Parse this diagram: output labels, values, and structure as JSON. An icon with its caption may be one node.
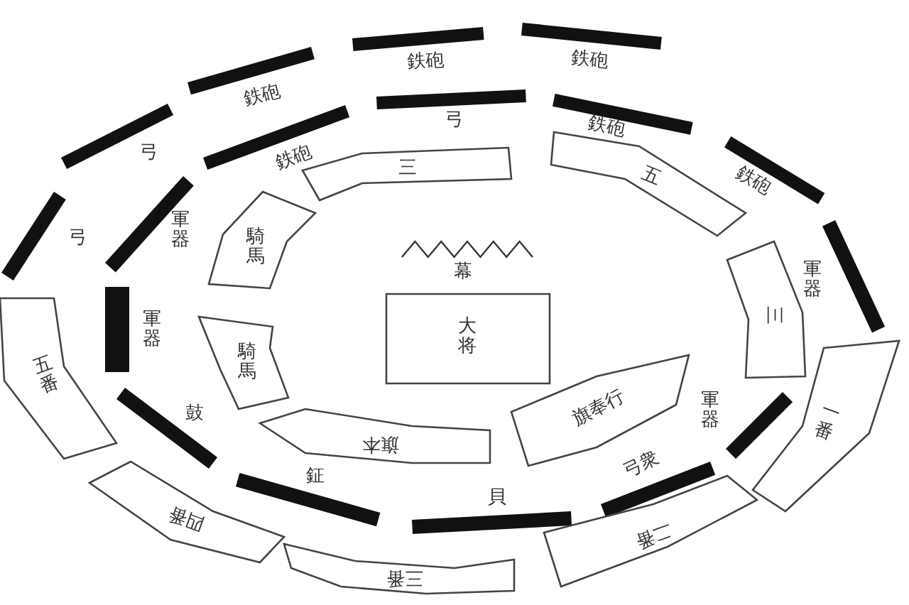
{
  "diagram": {
    "nodes": [
      {
        "text": [],
        "shape": "bar",
        "beside": [
          "鉄砲"
        ]
      },
      {
        "text": [],
        "shape": "bar",
        "beside": [
          "鉄砲"
        ]
      },
      {
        "text": [],
        "shape": "bar",
        "beside": [
          "鉄砲"
        ]
      },
      {
        "text": [],
        "shape": "bar",
        "beside": [
          "弓"
        ]
      },
      {
        "text": [],
        "shape": "bar",
        "beside": [
          "鉄砲"
        ]
      },
      {
        "text": [],
        "shape": "bar",
        "beside": [
          "鉄砲"
        ]
      },
      {
        "text": [],
        "shape": "bar",
        "beside": [
          "弓"
        ]
      },
      {
        "text": [
          "五"
        ]
      },
      {
        "text": [
          "三"
        ]
      },
      {
        "text": [],
        "shape": "bar",
        "beside": [
          "鉄砲"
        ]
      },
      {
        "text": [],
        "shape": "bar",
        "beside": [
          "軍器"
        ]
      },
      {
        "text": [
          "騎馬"
        ]
      },
      {
        "text": [],
        "shape": "bar",
        "beside": [
          "弓"
        ]
      },
      {
        "text": [],
        "shape": "bar",
        "beside": [
          "軍器"
        ]
      },
      {
        "text": [
          "三"
        ]
      },
      {
        "text": [],
        "shape": "bar",
        "beside": [
          "軍器"
        ]
      },
      {
        "text": [
          "大将"
        ]
      },
      {
        "text": [
          "五番"
        ]
      },
      {
        "text": [
          "騎馬"
        ]
      },
      {
        "text": [
          "一番"
        ]
      },
      {
        "text": [
          "旗奉行"
        ]
      },
      {
        "text": [],
        "shape": "bar",
        "beside": [
          "軍器"
        ]
      },
      {
        "text": [],
        "shape": "bar",
        "beside": [
          "鼓"
        ]
      },
      {
        "text": [
          "旗本"
        ]
      },
      {
        "text": [],
        "shape": "bar",
        "beside": [
          "弓衆"
        ]
      },
      {
        "text": [],
        "shape": "bar",
        "beside": [
          "鉦"
        ]
      },
      {
        "text": [],
        "shape": "bar",
        "beside": [
          "貝"
        ]
      },
      {
        "text": [
          "四番"
        ]
      },
      {
        "text": [
          "二番"
        ]
      },
      {
        "text": [
          "三番"
        ]
      }
    ],
    "labels": [
      "幕"
    ]
  }
}
